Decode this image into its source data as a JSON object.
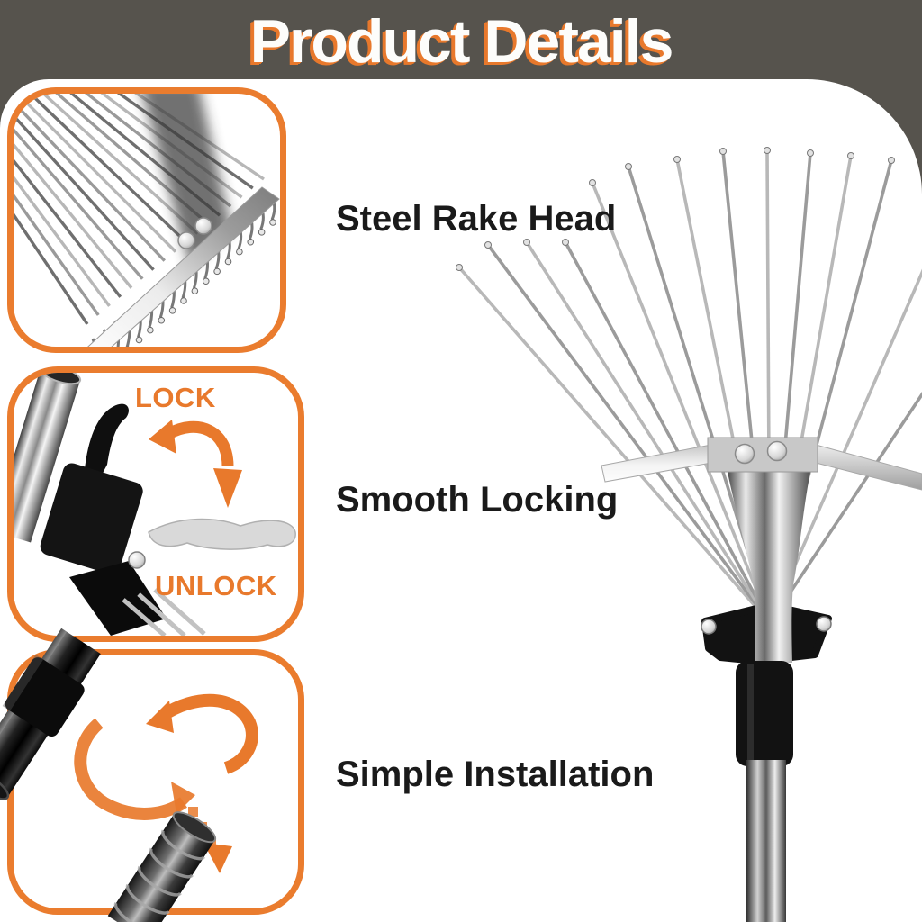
{
  "header": {
    "title": "Product Details"
  },
  "features": [
    {
      "label": "Steel Rake Head"
    },
    {
      "label": "Smooth Locking",
      "lock_label": "LOCK",
      "unlock_label": "UNLOCK"
    },
    {
      "label": "Simple Installation"
    }
  ],
  "colors": {
    "accent_orange": "#EA7C2E",
    "header_bg": "#56534D",
    "panel_bg": "#FFFFFF",
    "label_text": "#1A1A1A"
  }
}
